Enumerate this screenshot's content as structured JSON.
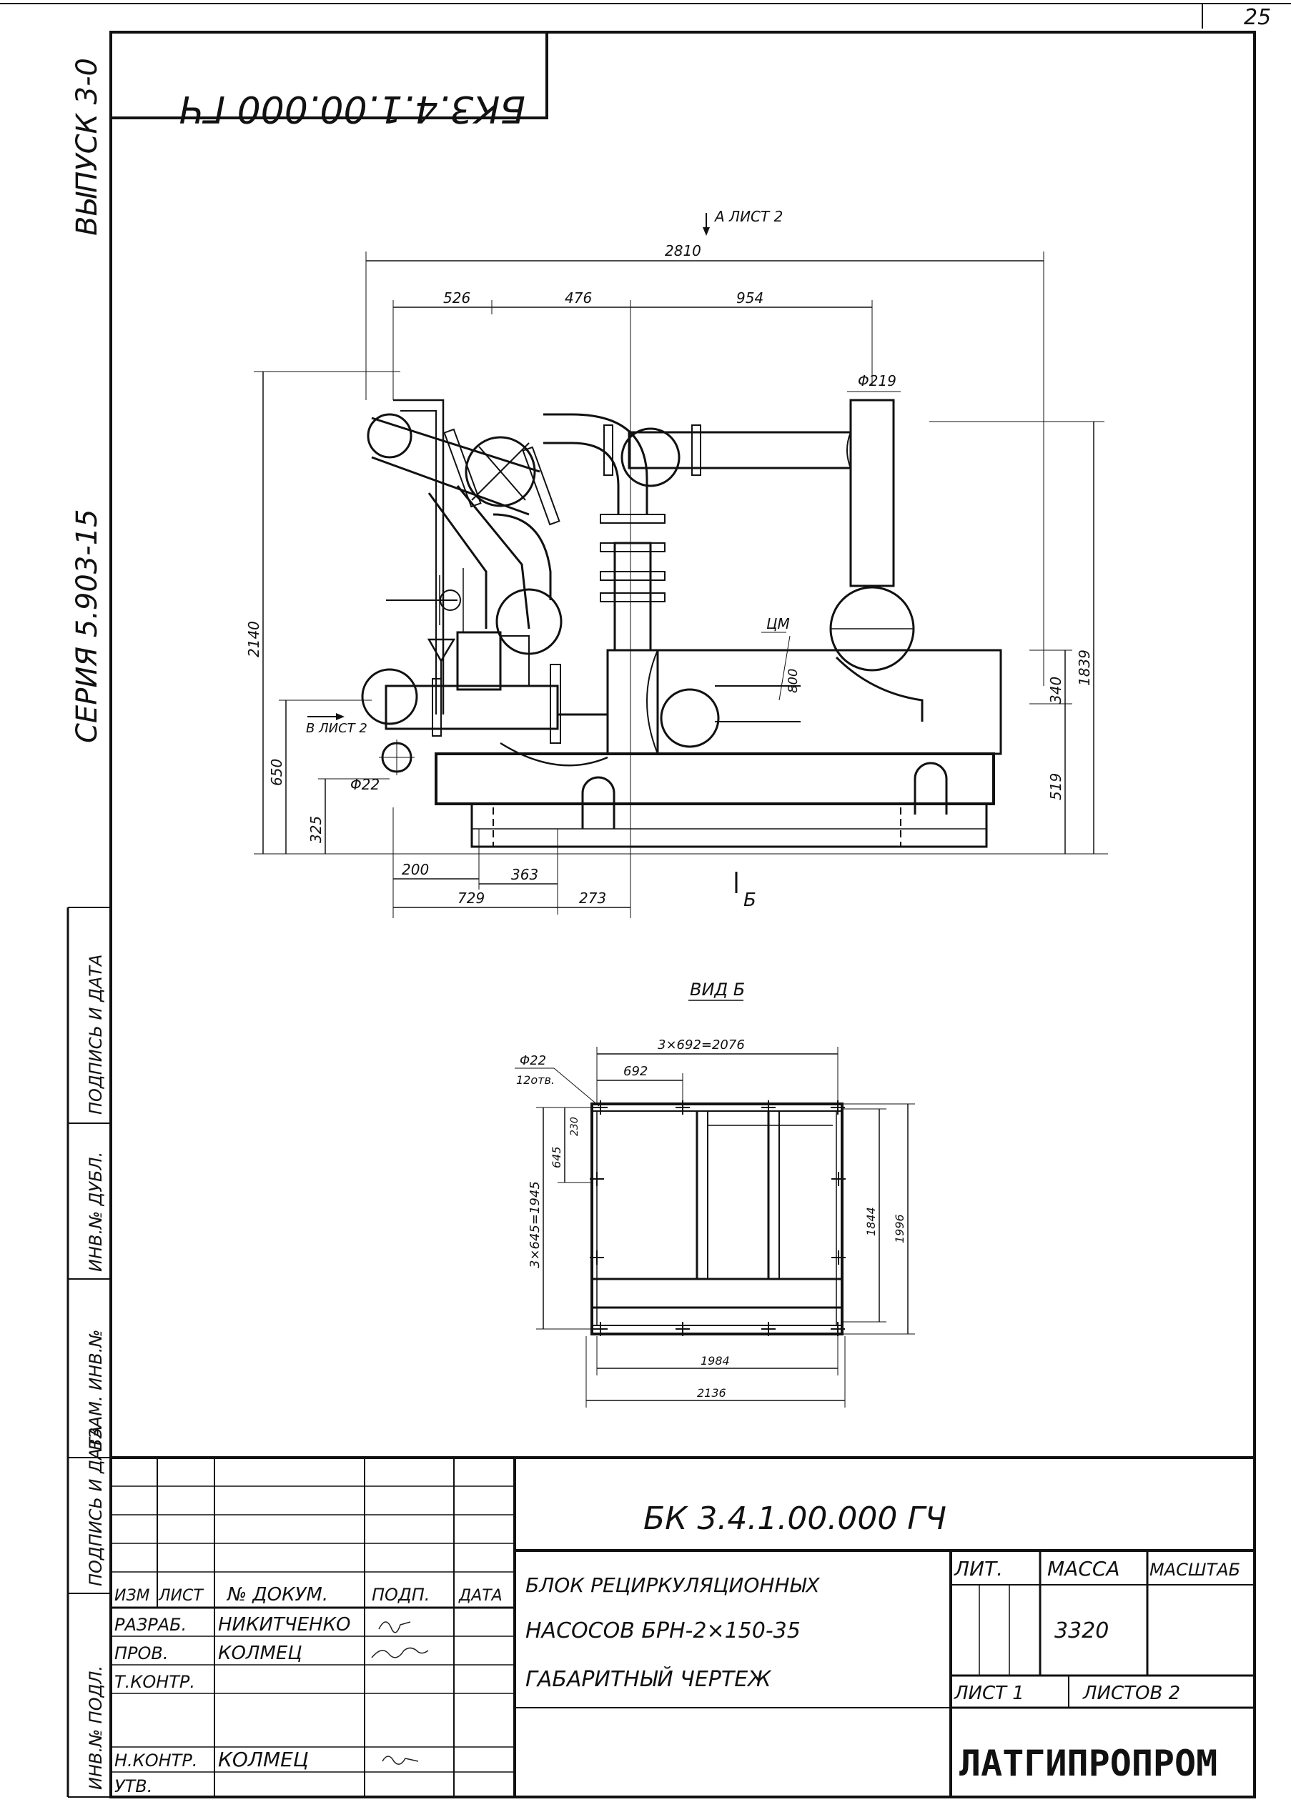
{
  "sheet": {
    "page_number": "25",
    "mirrored_code": "БК3.4.1.00.000 ГЧ",
    "side_issue": "ВЫПУСК 3-0",
    "side_series": "СЕРИЯ 5.903-15",
    "side_fields": [
      "ИНВ.№ ПОДЛ.",
      "ПОДПИСЬ И ДАТА",
      "ВЗАМ. ИНВ.№",
      "ИНВ.№ ДУБЛ.",
      "ПОДПИСЬ И ДАТА"
    ]
  },
  "main_view": {
    "view_a_label": "А ЛИСТ 2",
    "view_b_arrow_label": "В ЛИСТ 2",
    "section_b_label": "Б",
    "cm_label": "ЦМ",
    "dims": {
      "overall_width": "2810",
      "seg_526": "526",
      "seg_476": "476",
      "seg_954": "954",
      "phi219": "Φ219",
      "height_2140": "2140",
      "height_650": "650",
      "height_325": "325",
      "phi22": "Φ22",
      "height_1839": "1839",
      "height_340": "340",
      "height_519": "519",
      "height_800": "800",
      "bot_200": "200",
      "bot_363": "363",
      "bot_729": "729",
      "bot_273": "273"
    }
  },
  "view_b": {
    "title": "ВИД Б",
    "dims": {
      "top_total": "3×692=2076",
      "top_692": "692",
      "phi22": "Φ22",
      "holes": "12отв.",
      "left_total": "3×645=1945",
      "left_645": "645",
      "left_230": "230",
      "right_1844": "1844",
      "right_1996": "1996",
      "bottom_1984": "1984",
      "bottom_2136": "2136"
    }
  },
  "title_block": {
    "code": "БК 3.4.1.00.000 ГЧ",
    "name_lines": [
      "БЛОК РЕЦИРКУЛЯЦИОННЫХ",
      "НАСОСОВ БРН-2×150-35",
      "ГАБАРИТНЫЙ ЧЕРТЕЖ"
    ],
    "headers": {
      "izm": "ИЗМ",
      "list": "ЛИСТ",
      "doc": "№ ДОКУМ.",
      "sign": "ПОДП.",
      "date": "ДАТА"
    },
    "roles": [
      {
        "role": "РАЗРАБ.",
        "name": "НИКИТЧЕНКО"
      },
      {
        "role": "ПРОВ.",
        "name": "КОЛМЕЦ"
      },
      {
        "role": "Т.КОНТР.",
        "name": ""
      },
      {
        "role": "Н.КОНТР.",
        "name": "КОЛМЕЦ"
      },
      {
        "role": "УТВ.",
        "name": ""
      }
    ],
    "lit_label": "ЛИТ.",
    "mass_label": "МАССА",
    "scale_label": "МАСШТАБ",
    "mass_value": "3320",
    "sheet_label": "ЛИСТ 1",
    "sheets_label": "ЛИСТОВ 2",
    "org": "ЛАТГИПРОПРОМ"
  }
}
